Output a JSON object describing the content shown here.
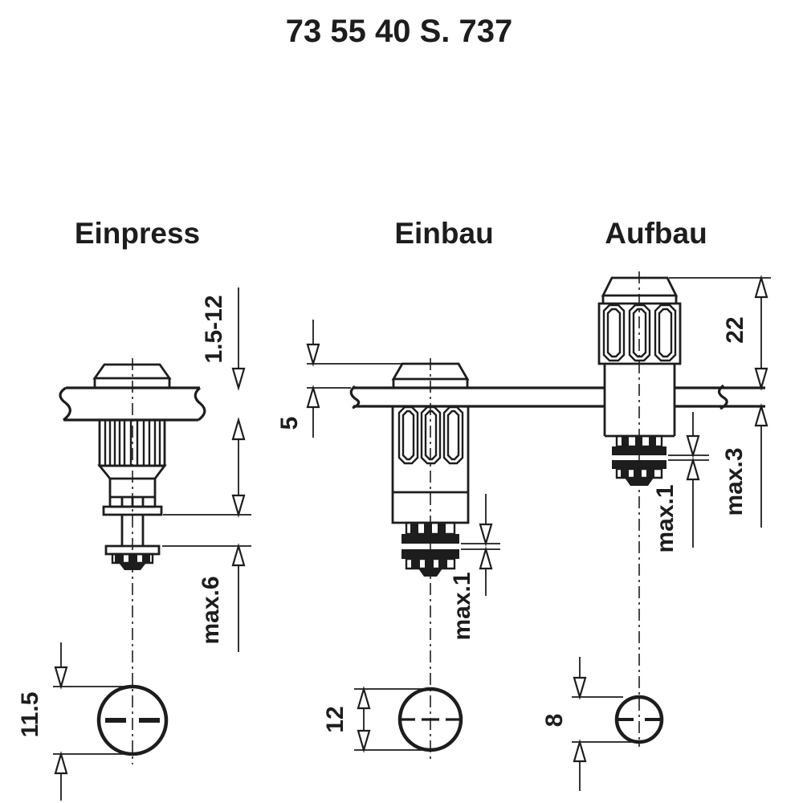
{
  "title": "73 55 40 S. 737",
  "colors": {
    "ink": "#1d1d1d",
    "background": "#ffffff"
  },
  "variants": [
    {
      "label": "Einpress",
      "dims": {
        "panel_thickness_range": "1.5-12",
        "max_depth_below_panel": "max.6",
        "hole_diameter": "11.5"
      }
    },
    {
      "label": "Einbau",
      "dims": {
        "height_above_panel": "5",
        "terminal_gap": "max.1",
        "hole_diameter": "12"
      }
    },
    {
      "label": "Aufbau",
      "dims": {
        "height_above_panel": "22",
        "max_panel_thickness": "max.3",
        "terminal_gap": "max.1",
        "hole_diameter": "8"
      }
    }
  ]
}
